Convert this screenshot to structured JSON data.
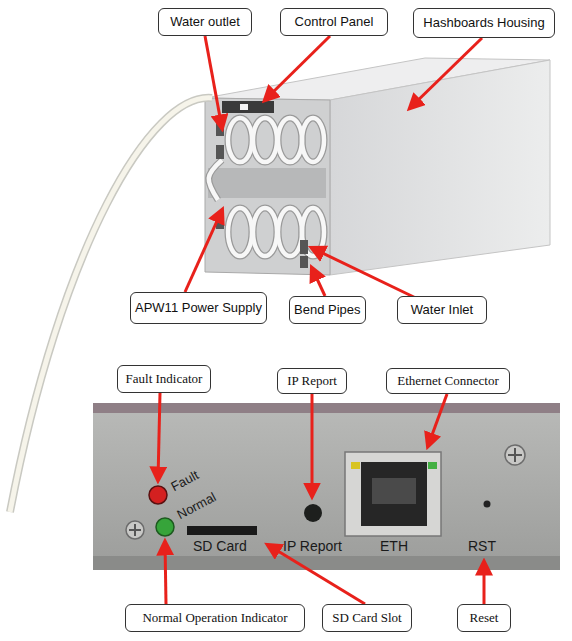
{
  "diagram": {
    "nodes": [
      {
        "text": [
          "Water outlet"
        ]
      },
      {
        "text": [
          "Control Panel"
        ]
      },
      {
        "text": [
          "Hashboards Housing"
        ]
      },
      {
        "text": [
          "APW11 Power Supply"
        ]
      },
      {
        "text": [
          "Bend Pipes"
        ]
      },
      {
        "text": [
          "Water Inlet"
        ]
      },
      {
        "text": [
          "Fault Indicator"
        ]
      },
      {
        "text": [
          "IP Report"
        ]
      },
      {
        "text": [
          "Ethernet Connector"
        ]
      },
      {
        "text": [
          "Normal Operation Indicator"
        ]
      },
      {
        "text": [
          "SD Card Slot"
        ]
      },
      {
        "text": [
          "Reset"
        ]
      }
    ],
    "labels": [
      "Fault",
      "Normal",
      "SD Card",
      "IP Report",
      "ETH",
      "RST"
    ]
  }
}
